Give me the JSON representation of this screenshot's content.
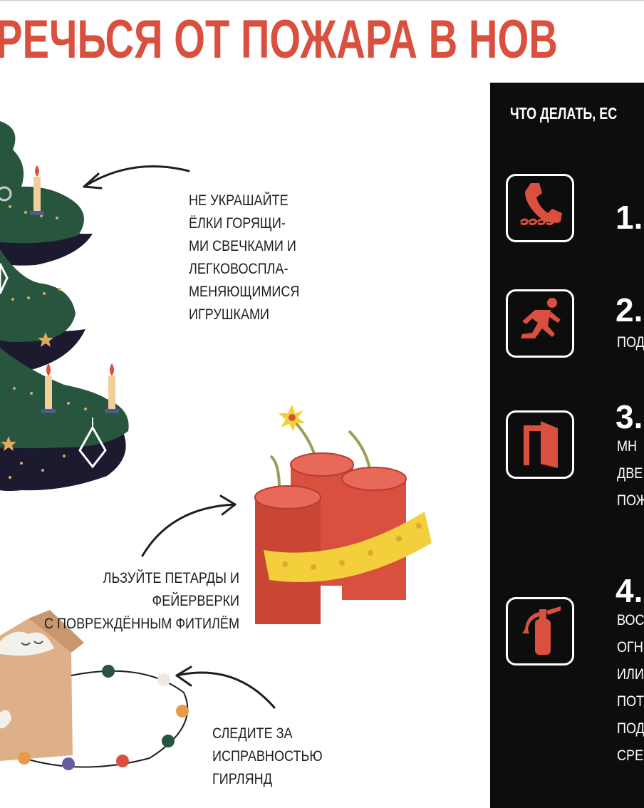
{
  "title": "РЕЧЬСЯ ОТ ПОЖАРА В НОВ",
  "tips": {
    "tree": "НЕ УКРАШАЙТЕ\nЁЛКИ ГОРЯЩИ-\nМИ СВЕЧКАМИ И\nЛЕГКОВОСПЛА-\nМЕНЯЮЩИМИСЯ\nИГРУШКАМИ",
    "firecracker": "ЛЬЗУЙТЕ ПЕТАРДЫ И ФЕЙЕРВЕРКИ\nС ПОВРЕЖДЁННЫМ ФИТИЛЁМ",
    "garland": "СЛЕДИТЕ ЗА\nИСПРАВНОСТЬЮ\nГИРЛЯНД"
  },
  "panel": {
    "title": "ЧТО ДЕЛАТЬ, ЕС",
    "steps": [
      {
        "number": "1.",
        "text": "",
        "icon": "phone-icon"
      },
      {
        "number": "2.",
        "text": "ПОД",
        "icon": "running-person-icon"
      },
      {
        "number": "3.",
        "text": "МН\nДВЕ\nПОЖ",
        "icon": "door-icon"
      },
      {
        "number": "4.",
        "text": "ВОС\nОГН\nИЛИ\nПОТ\nПОД\nСРЕ",
        "icon": "fire-extinguisher-icon"
      }
    ]
  },
  "colors": {
    "accent": "#d9503f",
    "panel_bg": "#0d0d0d",
    "tree_green": "#27553d",
    "tree_dark": "#1b1a2e",
    "firecracker_red": "#d9503f",
    "band_yellow": "#f2cf3b",
    "box_tan": "#ddb08a"
  }
}
